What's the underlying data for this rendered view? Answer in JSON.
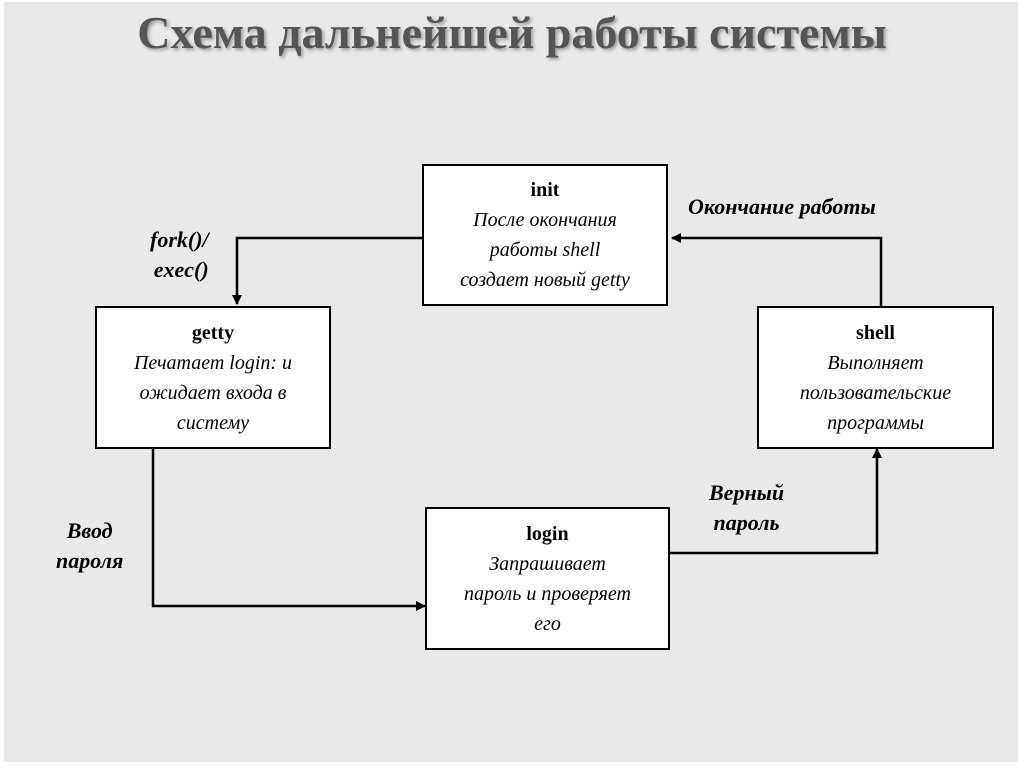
{
  "title": "Схема дальнейшей работы системы",
  "nodes": {
    "init": {
      "name": "init",
      "desc": [
        "После окончания",
        "работы shell",
        "создает новый getty"
      ]
    },
    "getty": {
      "name": "getty",
      "desc": [
        "Печатает login: и",
        "ожидает входа в",
        "систему"
      ]
    },
    "shell": {
      "name": "shell",
      "desc": [
        "Выполняет",
        "пользовательские",
        "программы"
      ]
    },
    "login": {
      "name": "login",
      "desc": [
        "Запрашивает",
        "пароль и проверяет",
        "его"
      ]
    }
  },
  "edges": {
    "init_to_getty": {
      "label_line1": "fork()/",
      "label_line2": "exec()"
    },
    "getty_to_login": {
      "label_line1": "Ввод",
      "label_line2": "пароля"
    },
    "login_to_shell": {
      "label_line1": "Верный",
      "label_line2": "пароль"
    },
    "shell_to_init": {
      "label_line1": "Окончание работы"
    }
  }
}
